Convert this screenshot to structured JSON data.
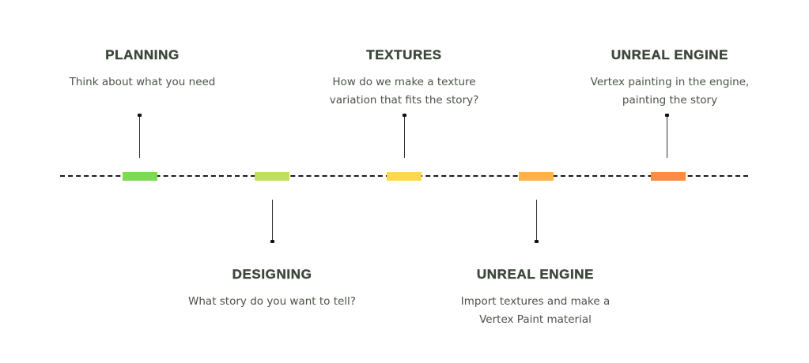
{
  "timeline": {
    "steps": [
      {
        "title": "PLANNING",
        "description": "Think about what you need",
        "color": "#7ed957",
        "position": "above"
      },
      {
        "title": "DESIGNING",
        "description": "What story do you want to tell?",
        "color": "#c1e05a",
        "position": "below"
      },
      {
        "title": "TEXTURES",
        "description": "How do we make a texture variation that fits the story?",
        "color": "#ffd84d",
        "position": "above"
      },
      {
        "title": "UNREAL ENGINE",
        "description": "Import textures and make a Vertex Paint material",
        "color": "#ffb347",
        "position": "below"
      },
      {
        "title": "UNREAL ENGINE",
        "description": "Vertex painting in the engine, painting the story",
        "color": "#ff8c42",
        "position": "above"
      }
    ]
  }
}
